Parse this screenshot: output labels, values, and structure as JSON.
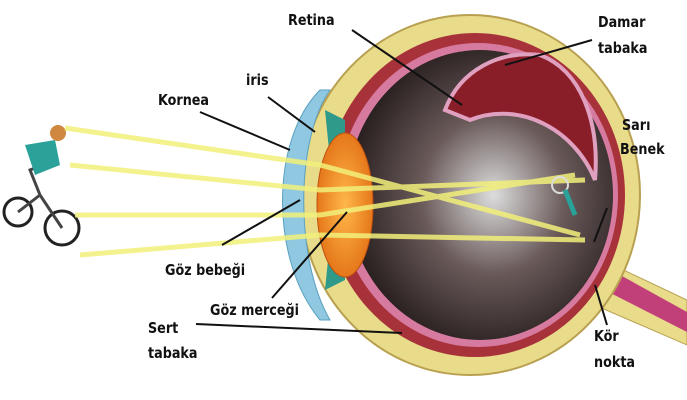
{
  "labels": {
    "retina": "Retina",
    "damar_1": "Damar",
    "damar_2": "tabaka",
    "iris": "iris",
    "kornea": "Kornea",
    "sari_1": "Sarı",
    "sari_2": "Benek",
    "goz_bebegi": "Göz bebeği",
    "goz_mercegi": "Göz merceği",
    "sert_1": "Sert",
    "sert_2": "tabaka",
    "kor_1": "Kör",
    "kor_2": "nokta"
  },
  "colors": {
    "sclera": "#e8dc8a",
    "choroid": "#a8323a",
    "retina": "#d77aa0",
    "vitreous": "#3a3232",
    "lens": "#f0a020",
    "cornea": "#8fc8e0",
    "iris": "#2f9a8a",
    "light_ray": "#f2f07a"
  }
}
